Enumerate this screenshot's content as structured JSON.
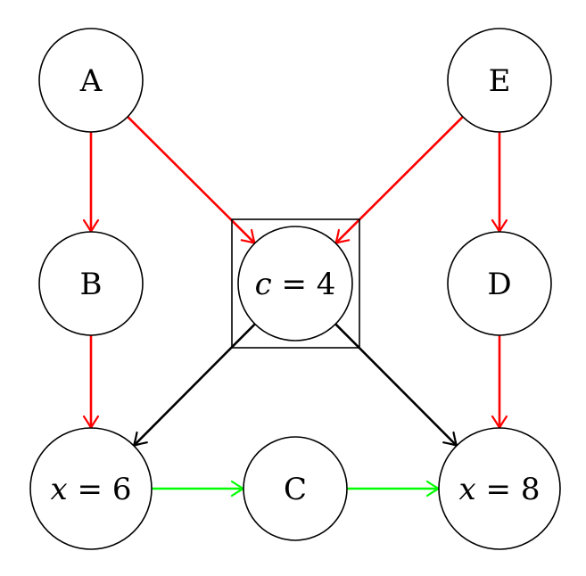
{
  "diagram": {
    "nodes": {
      "A": {
        "label": "A"
      },
      "E": {
        "label": "E"
      },
      "B": {
        "label": "B"
      },
      "D": {
        "label": "D"
      },
      "c4": {
        "var": "c",
        "op": " = ",
        "val": "4"
      },
      "x6": {
        "var": "x",
        "op": " = ",
        "val": "6"
      },
      "C": {
        "label": "C"
      },
      "x8": {
        "var": "x",
        "op": " = ",
        "val": "8"
      }
    },
    "edges": [
      {
        "from": "A",
        "to": "B",
        "color": "#ff0000"
      },
      {
        "from": "A",
        "to": "c4",
        "color": "#ff0000"
      },
      {
        "from": "E",
        "to": "c4",
        "color": "#ff0000"
      },
      {
        "from": "E",
        "to": "D",
        "color": "#ff0000"
      },
      {
        "from": "B",
        "to": "x6",
        "color": "#ff0000"
      },
      {
        "from": "D",
        "to": "x8",
        "color": "#ff0000"
      },
      {
        "from": "c4",
        "to": "x6",
        "color": "#000000"
      },
      {
        "from": "c4",
        "to": "x8",
        "color": "#000000"
      },
      {
        "from": "x6",
        "to": "C",
        "color": "#00ff00"
      },
      {
        "from": "C",
        "to": "x8",
        "color": "#00ff00"
      }
    ],
    "highlighted_node": "c4"
  }
}
